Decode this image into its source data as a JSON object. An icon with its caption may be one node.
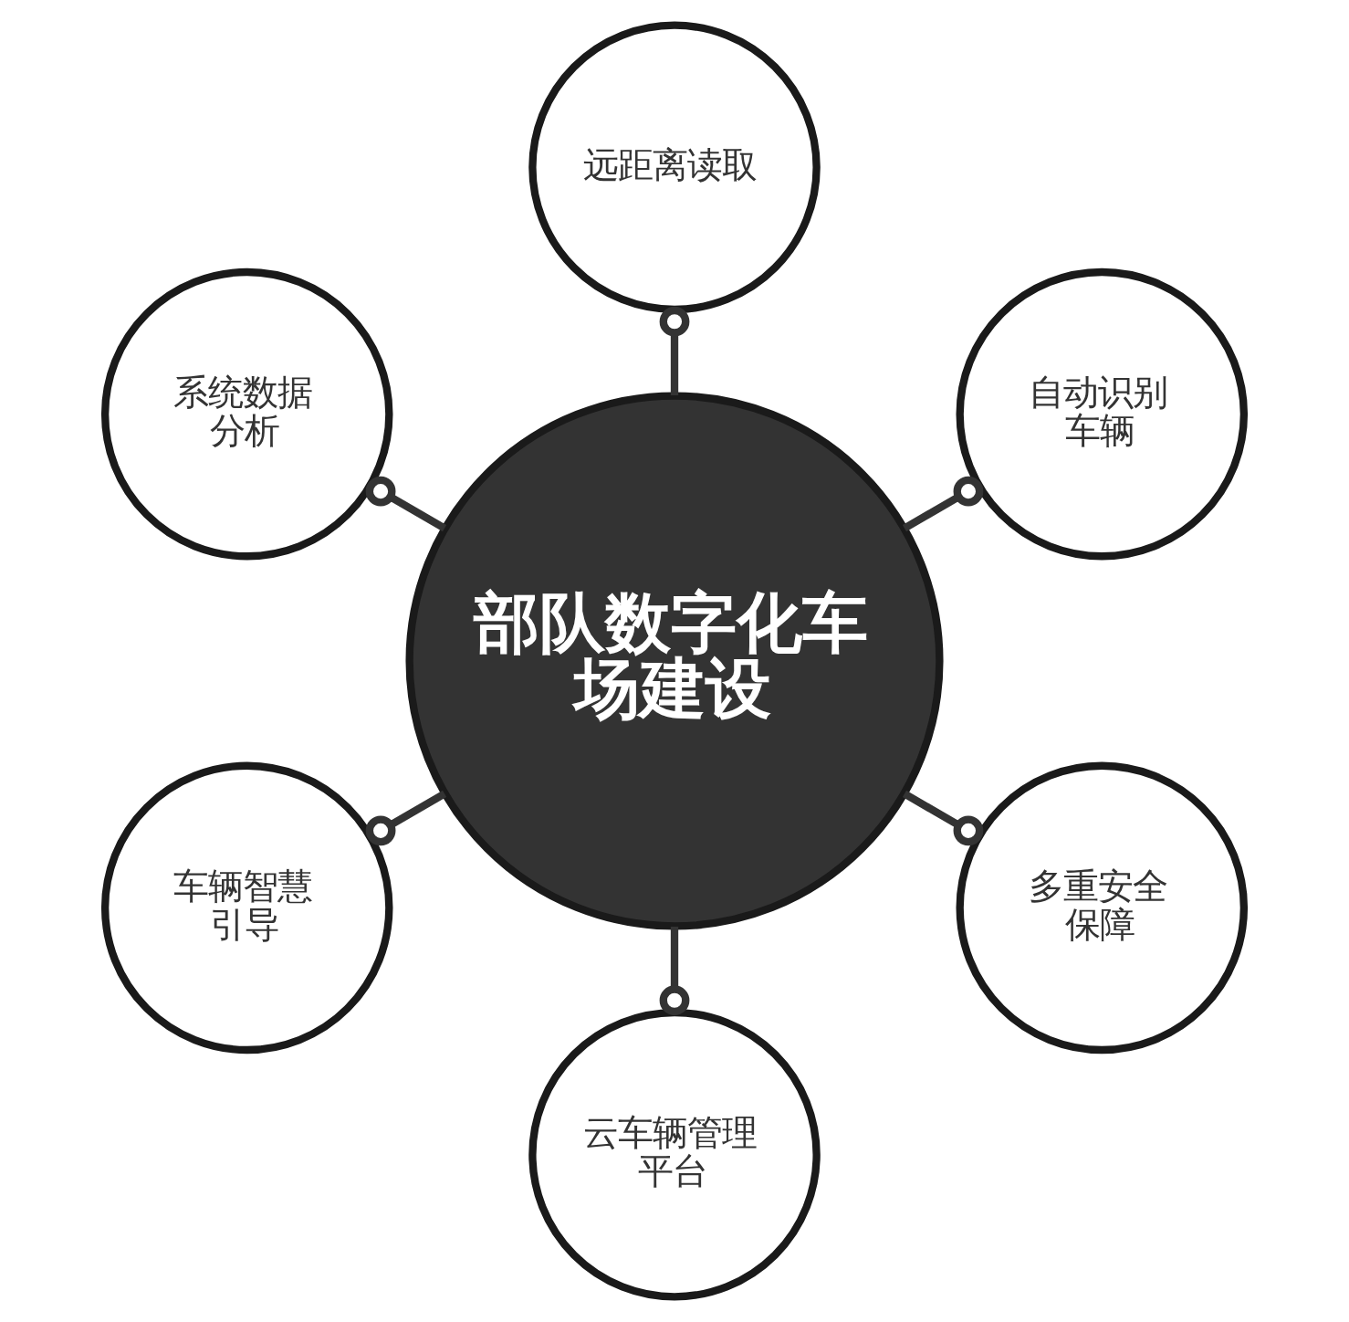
{
  "diagram": {
    "nodes": [
      {
        "text": [
          "部队数字化车场建设"
        ]
      },
      {
        "text": [
          "远距离读取"
        ]
      },
      {
        "text": [
          "自动识别车辆"
        ]
      },
      {
        "text": [
          "多重安全保障"
        ]
      },
      {
        "text": [
          "云车辆管理平台"
        ]
      },
      {
        "text": [
          "车辆智慧引导"
        ]
      },
      {
        "text": [
          "系统数据分析"
        ]
      }
    ],
    "edges": [
      {
        "from": 0,
        "to": 1,
        "arrow": "other"
      },
      {
        "from": 0,
        "to": 2,
        "arrow": "other"
      },
      {
        "from": 0,
        "to": 3,
        "arrow": "other"
      },
      {
        "from": 0,
        "to": 4,
        "arrow": "other"
      },
      {
        "from": 0,
        "to": 5,
        "arrow": "other"
      },
      {
        "from": 0,
        "to": 6,
        "arrow": "other"
      }
    ]
  }
}
